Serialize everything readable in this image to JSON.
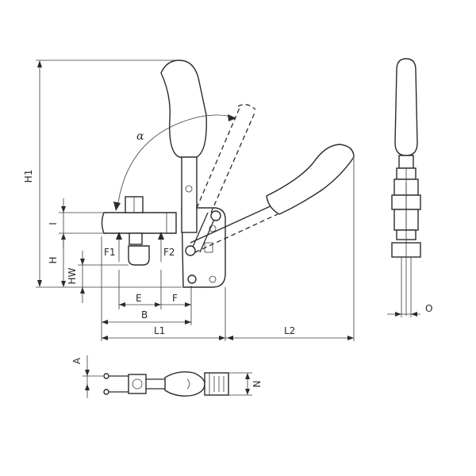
{
  "labels": {
    "H1": "H1",
    "alpha": "α",
    "I": "I",
    "H": "H",
    "HW": "HW",
    "F1": "F1",
    "F2": "F2",
    "E": "E",
    "F": "F",
    "B": "B",
    "L1": "L1",
    "L2": "L2",
    "O": "O",
    "A": "A",
    "N": "N"
  }
}
